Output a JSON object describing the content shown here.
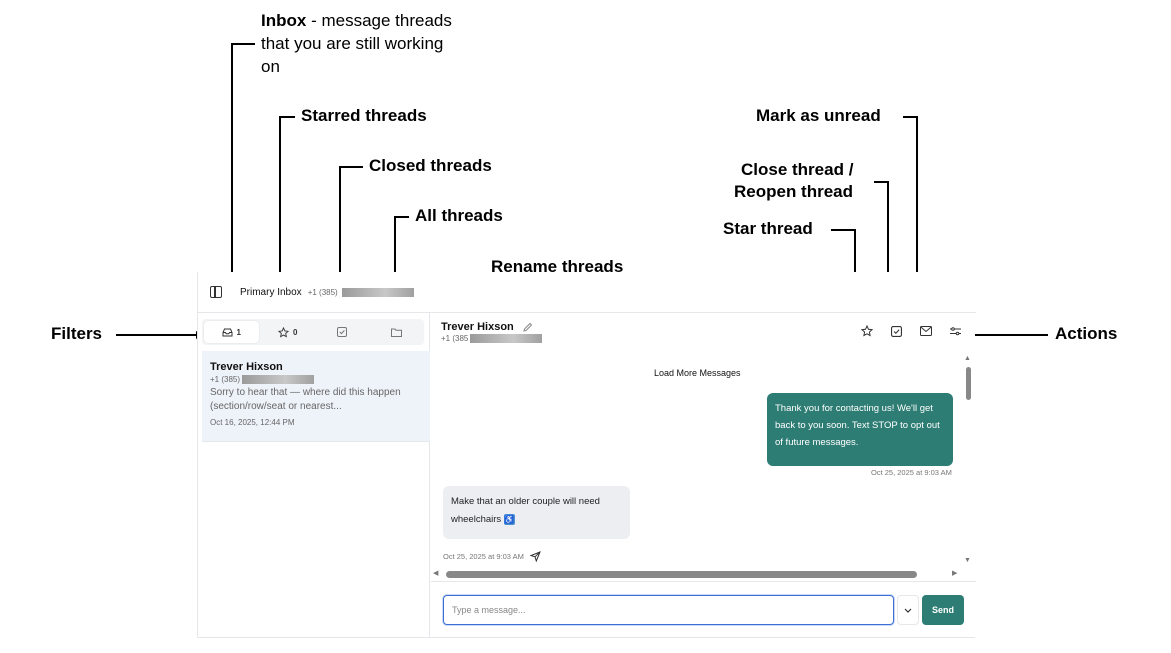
{
  "annotations": {
    "inbox": {
      "title": "Inbox",
      "desc_line1": " - message threads",
      "desc_line2": "that you are still working",
      "desc_line3": "on"
    },
    "starred": "Starred threads",
    "closed": "Closed threads",
    "all": "All threads",
    "rename": "Rename threads",
    "filters": "Filters",
    "mark_unread": "Mark as unread",
    "close_reopen_line1": "Close thread /",
    "close_reopen_line2": "Reopen thread",
    "star": "Star thread",
    "actions": "Actions"
  },
  "header": {
    "title": "Primary Inbox",
    "phone_prefix": "+1 (385)"
  },
  "filters": [
    {
      "name": "inbox",
      "count": "1",
      "icon": "inbox-icon"
    },
    {
      "name": "starred",
      "count": "0",
      "icon": "star-icon"
    },
    {
      "name": "closed",
      "count": "",
      "icon": "check-square-icon"
    },
    {
      "name": "all",
      "count": "",
      "icon": "folder-icon"
    }
  ],
  "thread": {
    "name": "Trever Hixson",
    "phone_prefix": "+1 (385)",
    "preview": "Sorry to hear that — where did this happen (section/row/seat or nearest...",
    "date": "Oct 16, 2025, 12:44 PM"
  },
  "chat": {
    "name": "Trever Hixson",
    "phone_prefix": "+1 (385",
    "load_more": "Load More Messages",
    "messages": [
      {
        "direction": "out",
        "text": "Thank you for contacting us! We'll get back to you soon. Text STOP to opt out of future messages.",
        "time": "Oct 25, 2025 at 9:03 AM"
      },
      {
        "direction": "in",
        "text": "Make that an older couple will need wheelchairs",
        "emoji": "♿",
        "time": "Oct 25, 2025 at 9:03 AM"
      }
    ]
  },
  "composer": {
    "placeholder": "Type a message...",
    "send_label": "Send"
  },
  "colors": {
    "accent": "#2e7d74",
    "selected_thread_bg": "#eef2f9",
    "input_focus": "#3b6fd4"
  }
}
